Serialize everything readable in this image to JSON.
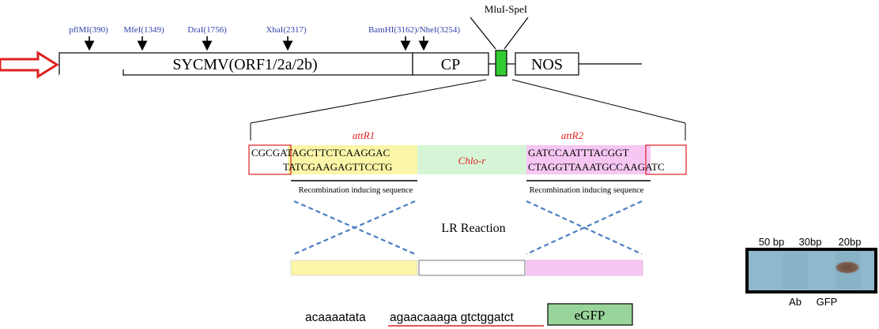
{
  "top_label": "MluI-SpeI",
  "sites": [
    "pflMI(390)",
    "MfeI(1349)",
    "DraI(1756)",
    "XbaI(2317)",
    "BamHI(3162)/NheI(3254)"
  ],
  "segments": {
    "sycmv": "SYCMV(ORF1/2a/2b)",
    "cp": "CP",
    "nos": "NOS"
  },
  "attr1": {
    "name": "attR1",
    "red_top": "CGCG",
    "yellow_top": "ATAGCTTCTCAAGGAC",
    "red_bottom": "T",
    "yellow_bottom": "ATCGAAGAGTTCCTG"
  },
  "chlo": "Chlo-r",
  "attr2": {
    "name": "attR2",
    "pink_top": "GATCCAATTTACGGT",
    "pink_bottom": "CTAGGTTAAATGCCA",
    "red_bottom": "AGATC"
  },
  "recomb_label": "Recombination inducing sequence",
  "lr_label": "LR Reaction",
  "bottom_seq": {
    "part1": "acaaaatata",
    "part2": "agaacaaaga gtctggatct",
    "egfp": "eGFP"
  },
  "gel": {
    "lanes": [
      "50 bp",
      "30bp",
      "20bp"
    ],
    "bottom_labels": [
      "Ab",
      "GFP"
    ]
  },
  "colors": {
    "site_blue": "#2e3fa8",
    "red": "#e02020",
    "yellow": "#fbf6a8",
    "green_block": "#33cc33",
    "chlo_green": "#d6f5d6",
    "pink": "#f6c7f2",
    "dash_blue": "#4a7fc1",
    "egfp_green": "#99d49a",
    "gel_bg": "#8fb8cc"
  }
}
